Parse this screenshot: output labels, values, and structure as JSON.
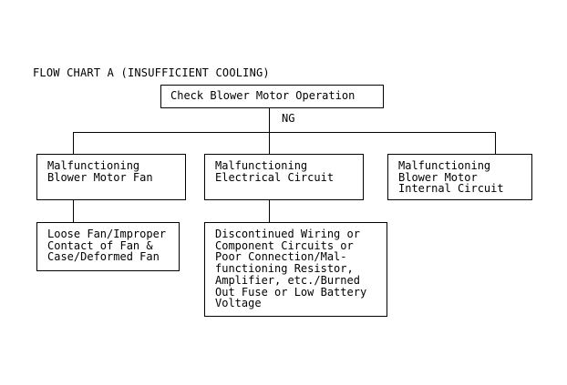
{
  "chart_title": "FLOW CHART A (INSUFFICIENT COOLING)",
  "root": {
    "text": "Check Blower Motor Operation"
  },
  "branch_label": "NG",
  "level1": [
    {
      "text": "Malfunctioning\nBlower Motor Fan"
    },
    {
      "text": "Malfunctioning\nElectrical Circuit"
    },
    {
      "text": "Malfunctioning\nBlower Motor\nInternal Circuit"
    }
  ],
  "level2": [
    {
      "text": "Loose Fan/Improper\nContact of Fan &\nCase/Deformed Fan"
    },
    {
      "text": "Discontinued Wiring or\nComponent Circuits or\nPoor Connection/Mal-\nfunctioning Resistor,\nAmplifier, etc./Burned\nOut Fuse or Low Battery\nVoltage"
    }
  ]
}
